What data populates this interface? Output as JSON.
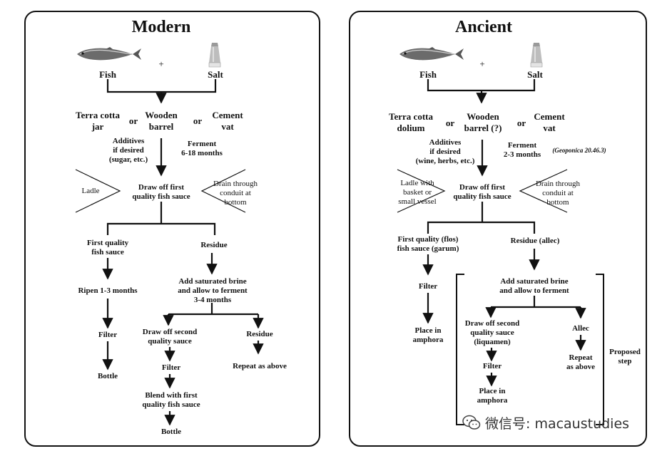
{
  "modern": {
    "title": "Modern",
    "fish": "Fish",
    "plus": "+",
    "salt": "Salt",
    "container_1": "Terra cotta\njar",
    "or_1": "or",
    "container_2": "Wooden\nbarrel",
    "or_2": "or",
    "container_3": "Cement\nvat",
    "additives": "Additives\nif desired\n(sugar, etc.)",
    "ferment": "Ferment\n6-18 months",
    "ladle": "Ladle",
    "draw_off_first": "Draw off first\nquality fish sauce",
    "drain": "Drain through\nconduit at\nbottom",
    "first_quality": "First quality\nfish sauce",
    "residue": "Residue",
    "ripen": "Ripen 1-3 months",
    "add_brine": "Add saturated brine\nand allow to ferment\n3-4 months",
    "filter_1": "Filter",
    "draw_off_second": "Draw off second\nquality sauce",
    "residue_2": "Residue",
    "bottle_1": "Bottle",
    "filter_2": "Filter",
    "repeat": "Repeat as above",
    "blend": "Blend with first\nquality fish sauce",
    "bottle_2": "Bottle"
  },
  "ancient": {
    "title": "Ancient",
    "fish": "Fish",
    "plus": "+",
    "salt": "Salt",
    "container_1": "Terra cotta\ndolium",
    "or_1": "or",
    "container_2": "Wooden\nbarrel (?)",
    "or_2": "or",
    "container_3": "Cement\nvat",
    "additives": "Additives\nif desired\n(wine, herbs, etc.)",
    "ferment": "Ferment\n2-3 months",
    "citation": "(Geoponica 20.46.3)",
    "ladle": "Ladle with\nbasket or\nsmall vessel",
    "draw_off_first": "Draw off first\nquality fish sauce",
    "drain": "Drain through\nconduit at\nbottom",
    "first_quality": "First quality (flos)\nfish sauce (garum)",
    "residue": "Residue (allec)",
    "filter_1": "Filter",
    "add_brine": "Add saturated brine\nand allow to ferment",
    "place_1": "Place in\namphora",
    "draw_off_second": "Draw off second\nquality sauce\n(liquamen)",
    "allec": "Allec",
    "filter_2": "Filter",
    "repeat": "Repeat\nas above",
    "place_2": "Place in\namphora",
    "proposed": "Proposed\nstep"
  },
  "watermark": {
    "text": "微信号: macaustudies"
  }
}
